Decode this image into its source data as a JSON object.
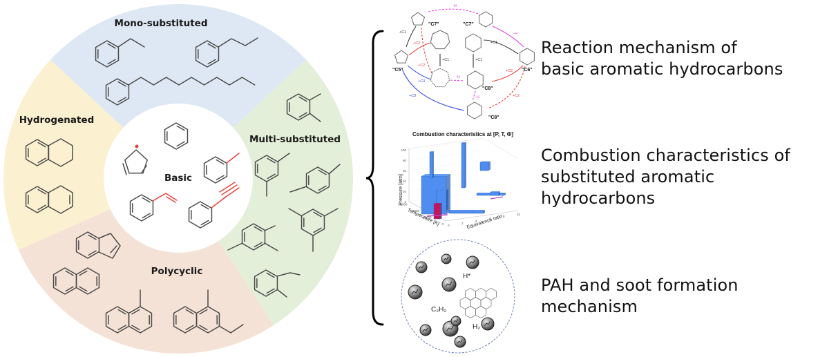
{
  "wheel": {
    "center_label": "Basic",
    "segments": [
      {
        "name": "Mono-substituted",
        "color": "#dee7f4"
      },
      {
        "name": "Multi-substituted",
        "color": "#e3efd9"
      },
      {
        "name": "Polycyclic",
        "color": "#f5e2d6"
      },
      {
        "name": "Hydrogenated",
        "color": "#fbf0cf"
      }
    ],
    "center_color": "#ffffff",
    "highlight_color": "#e8413a",
    "basic_molecules": [
      "cyclopentadienyl radical",
      "benzene",
      "toluene",
      "styrene",
      "phenylacetylene"
    ],
    "mono_molecules": [
      "ethylbenzene",
      "propylbenzene",
      "n-decylbenzene"
    ],
    "multi_molecules": [
      "o-xylene",
      "m-xylene",
      "p-xylene",
      "1,3,5-trimethylbenzene",
      "1,2,4-trimethylbenzene",
      "2-ethyltoluene"
    ],
    "polycyclic_molecules": [
      "indene",
      "naphthalene",
      "1-methylnaphthalene",
      "1-methyl-3-ethylnaphthalene"
    ],
    "hydrogenated_molecules": [
      "tetralin",
      "1,4-dihydronaphthalene"
    ]
  },
  "panels": [
    {
      "id": "mechanism",
      "text": [
        "Reaction mechanism of",
        "basic aromatic hydrocarbons"
      ],
      "diagram_labels": {
        "c5": "\"C5\"",
        "c6": "\"C6\"",
        "c7a": "\"C7\"",
        "c7b": "\"C7\"",
        "c8": "\"C8\"",
        "c8b": "\"C8\"",
        "plus_c1": "+C1",
        "plus_c2": "+C2",
        "plus_c3": "+C3",
        "h": "-H"
      }
    },
    {
      "id": "combustion",
      "text": [
        "Combustion characteristics of",
        "substituted aromatic",
        "hydrocarbons"
      ],
      "chart_title": "Combustion characteristics at [P, T, Φ]",
      "axes": {
        "z": "Pressure [atm]",
        "x": "Temperature [K]",
        "y": "Equivalence ratio"
      },
      "z_ticks": [
        "0",
        "20",
        "40",
        "60",
        "80",
        "100"
      ],
      "x_ticks": [
        "0",
        "1000",
        "2000",
        "3000"
      ],
      "y_ticks": [
        "0",
        "2",
        "4",
        "6",
        "8",
        "10"
      ]
    },
    {
      "id": "soot",
      "text": [
        "PAH and soot formation",
        "mechanism"
      ],
      "species": {
        "h_radical": "H*",
        "acetylene": "C₂H₂",
        "hydrogen": "H₂"
      }
    }
  ]
}
